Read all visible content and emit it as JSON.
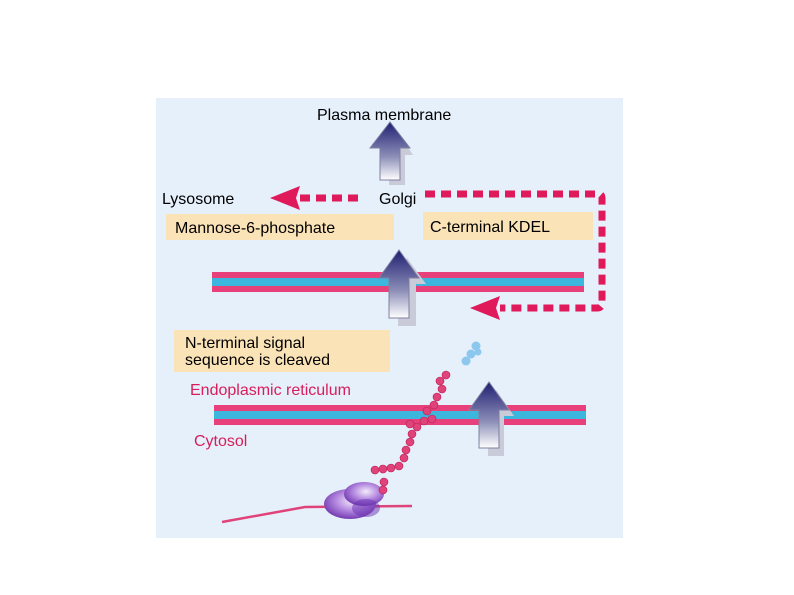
{
  "labels": {
    "plasma_membrane": "Plasma membrane",
    "golgi": "Golgi",
    "lysosome": "Lysosome",
    "mannose": "Mannose-6-phosphate",
    "kdel": "C-terminal KDEL",
    "signal_line1": "N-terminal signal",
    "signal_line2": "sequence is cleaved",
    "er": "Endoplasmic reticulum",
    "cytosol": "Cytosol"
  },
  "colors": {
    "panel_bg": "#e6f0fb",
    "membrane_pink": "#e8407a",
    "membrane_cyan": "#3cb6dc",
    "dashed_arrow": "#e01a5a",
    "label_box": "#fbe3b8",
    "peptide": "#e0427a",
    "peptide_dark": "#b81c55",
    "signal_peptide": "#8cc8ee",
    "ribosome": "#8a4cc4",
    "ribosome_light": "#d9c3ef",
    "mrna": "#e0427a",
    "er_label": "#d81d5a",
    "cytosol_label": "#d81d5a",
    "arrow_dark": "#1f1f72",
    "arrow_light": "#ffffff"
  },
  "icons": [
    "up-arrow-icon",
    "dashed-arrow-icon",
    "ribosome-icon",
    "peptide-chain-icon"
  ]
}
